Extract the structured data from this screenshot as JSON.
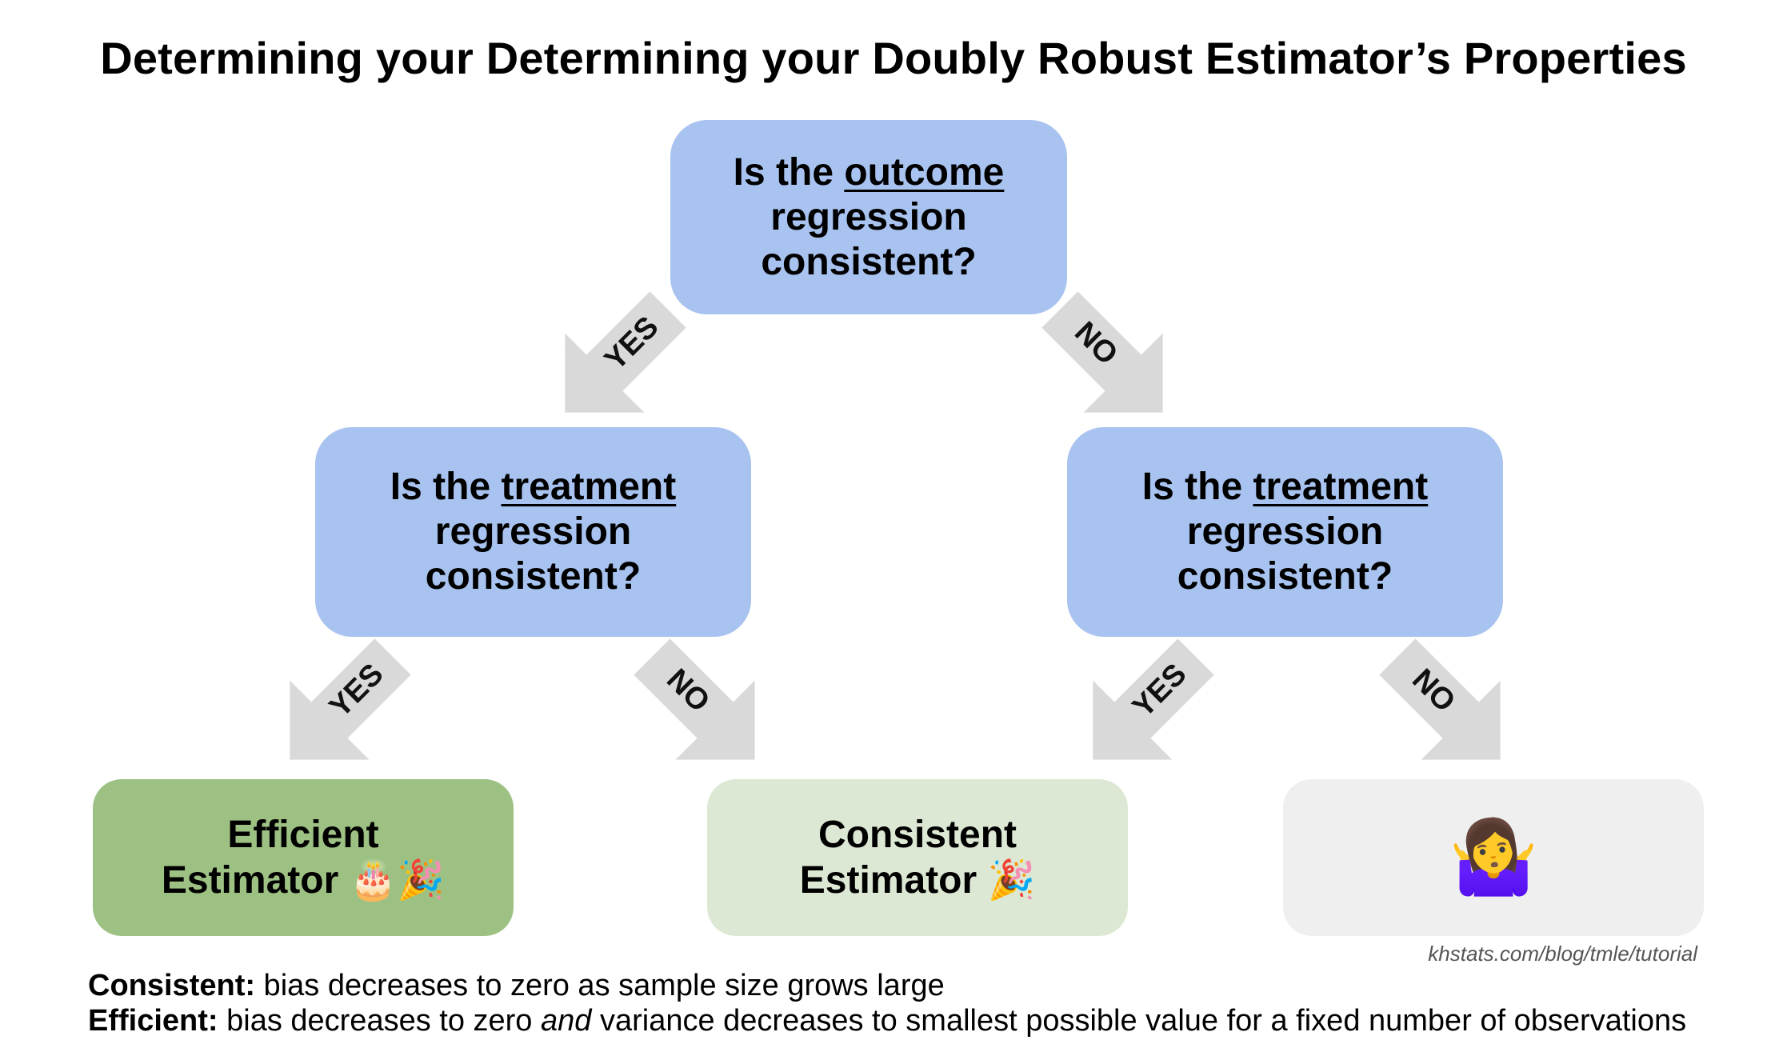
{
  "title": "Determining your Determining your Doubly Robust Estimator’s Properties",
  "nodes": {
    "root": {
      "pre": "Is the ",
      "term": "outcome",
      "line2": "regression",
      "line3": "consistent?"
    },
    "left": {
      "pre": "Is the ",
      "term": "treatment",
      "line2": "regression",
      "line3": "consistent?"
    },
    "right": {
      "pre": "Is the ",
      "term": "treatment",
      "line2": "regression",
      "line3": "consistent?"
    },
    "efficient": {
      "line1": "Efficient",
      "line2": "Estimator",
      "emoji": "🎂🎉"
    },
    "consistent": {
      "line1": "Consistent",
      "line2": "Estimator",
      "emoji": "🎉"
    },
    "unknown": {
      "emoji": "🤷‍♀️"
    }
  },
  "edges": {
    "yes": "YES",
    "no": "NO"
  },
  "credit": "khstats.com/blog/tmle/tutorial",
  "definitions": {
    "consistent_term": "Consistent:",
    "consistent_text": " bias decreases to zero as sample size grows large",
    "efficient_term": "Efficient:",
    "efficient_text_a": " bias decreases to zero ",
    "efficient_text_and": "and",
    "efficient_text_b": " variance decreases to smallest possible value for a fixed number of observations"
  },
  "colors": {
    "question_box": "#a8c3ef",
    "efficient_box": "#9dc183",
    "consistent_box": "#dce8d4",
    "unknown_box": "#efefef",
    "arrow": "#d9d9d9"
  }
}
